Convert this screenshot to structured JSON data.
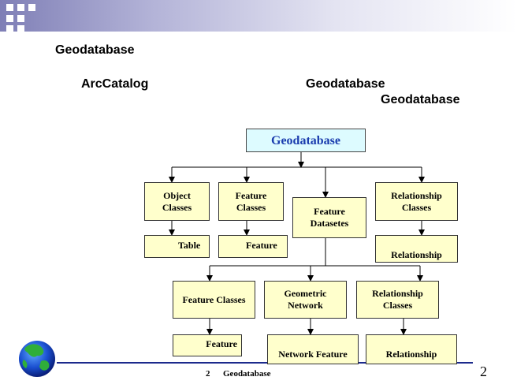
{
  "slide": {
    "title": "Geodatabase",
    "line1_left": "ArcCatalog",
    "line1_right": "Geodatabase",
    "line2_right": "Geodatabase"
  },
  "diagram": {
    "root": "Geodatabase",
    "object_classes": "Object\nClasses",
    "feature_classes_top": "Feature\nClasses",
    "feature_datasets": "Feature\nDatasetes",
    "relationship_classes_top": "Relationship\nClasses",
    "table": "Table",
    "feature_top": "Feature",
    "relationship_top": "Relationship",
    "feature_classes": "Feature Classes",
    "geometric_network": "Geometric\nNetwork",
    "relationship_classes": "Relationship\nClasses",
    "feature_bottom": "Feature",
    "network_feature": "Network Feature",
    "relationship_bottom": "Relationship"
  },
  "footer": {
    "slide_number": "2",
    "footer_label": "Geodatabase",
    "page_number": "2"
  },
  "colors": {
    "box_fill": "#ffffcc",
    "root_fill": "#ddfbff",
    "root_text": "#1a3cae",
    "footer_line": "#1c2a8c"
  }
}
